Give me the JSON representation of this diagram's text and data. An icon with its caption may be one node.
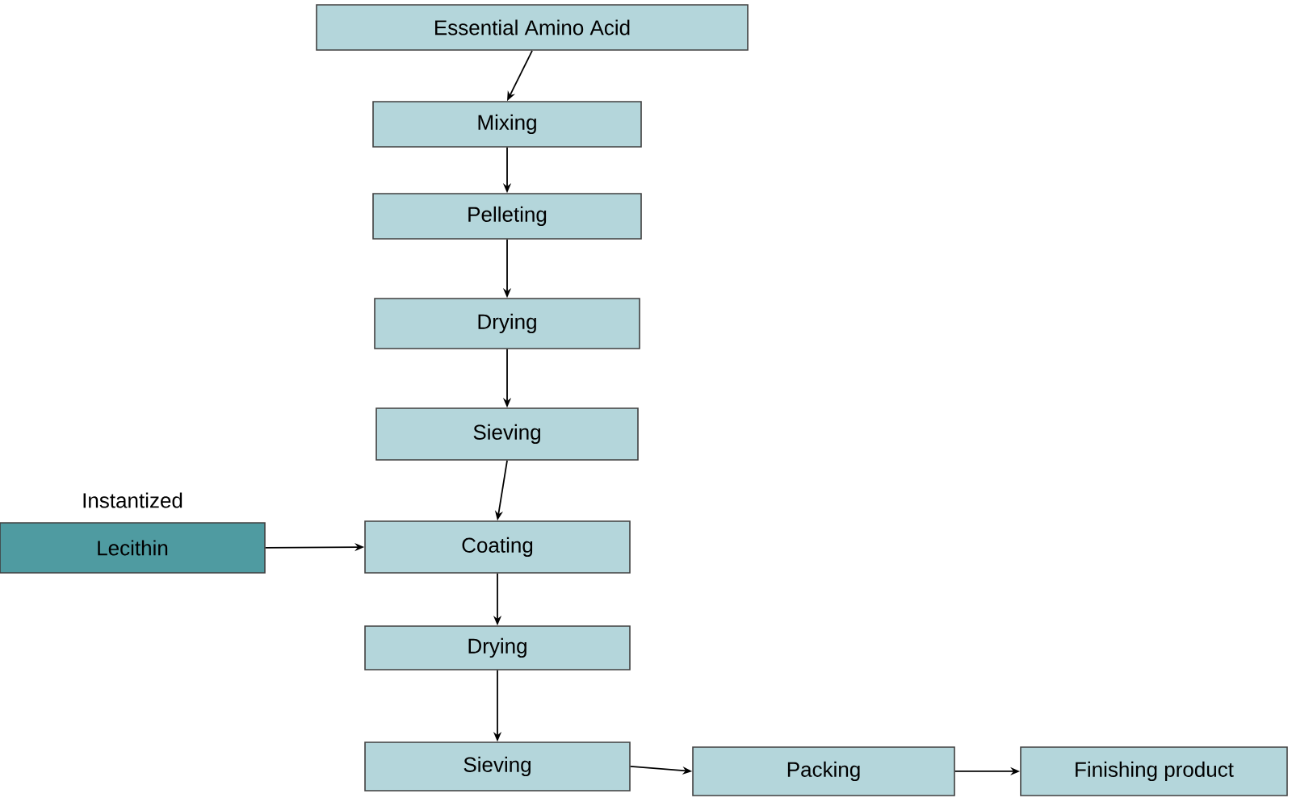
{
  "diagram": {
    "nodes": [
      {
        "text": [
          "Essential  Amino Acid"
        ]
      },
      {
        "text": [
          "Mixing"
        ]
      },
      {
        "text": [
          "Pelleting"
        ]
      },
      {
        "text": [
          "Drying"
        ]
      },
      {
        "text": [
          "Sieving"
        ]
      },
      {
        "text": [
          "Lecithin"
        ],
        "beside": [
          "Instantized"
        ]
      },
      {
        "text": [
          "Coating"
        ]
      },
      {
        "text": [
          "Drying"
        ]
      },
      {
        "text": [
          "Sieving"
        ]
      },
      {
        "text": [
          "Packing"
        ]
      },
      {
        "text": [
          "Finishing product"
        ]
      }
    ],
    "edges": [
      {
        "from": 0,
        "to": 1,
        "arrow": "to"
      },
      {
        "from": 1,
        "to": 2,
        "arrow": "to"
      },
      {
        "from": 2,
        "to": 3,
        "arrow": "to"
      },
      {
        "from": 3,
        "to": 4,
        "arrow": "to"
      },
      {
        "from": 4,
        "to": 6,
        "arrow": "to"
      },
      {
        "from": 5,
        "to": 6,
        "arrow": "to"
      },
      {
        "from": 6,
        "to": 7,
        "arrow": "to"
      },
      {
        "from": 7,
        "to": 8,
        "arrow": "to"
      },
      {
        "from": 8,
        "to": 9,
        "arrow": "to"
      },
      {
        "from": 9,
        "to": 10,
        "arrow": "to"
      }
    ]
  }
}
